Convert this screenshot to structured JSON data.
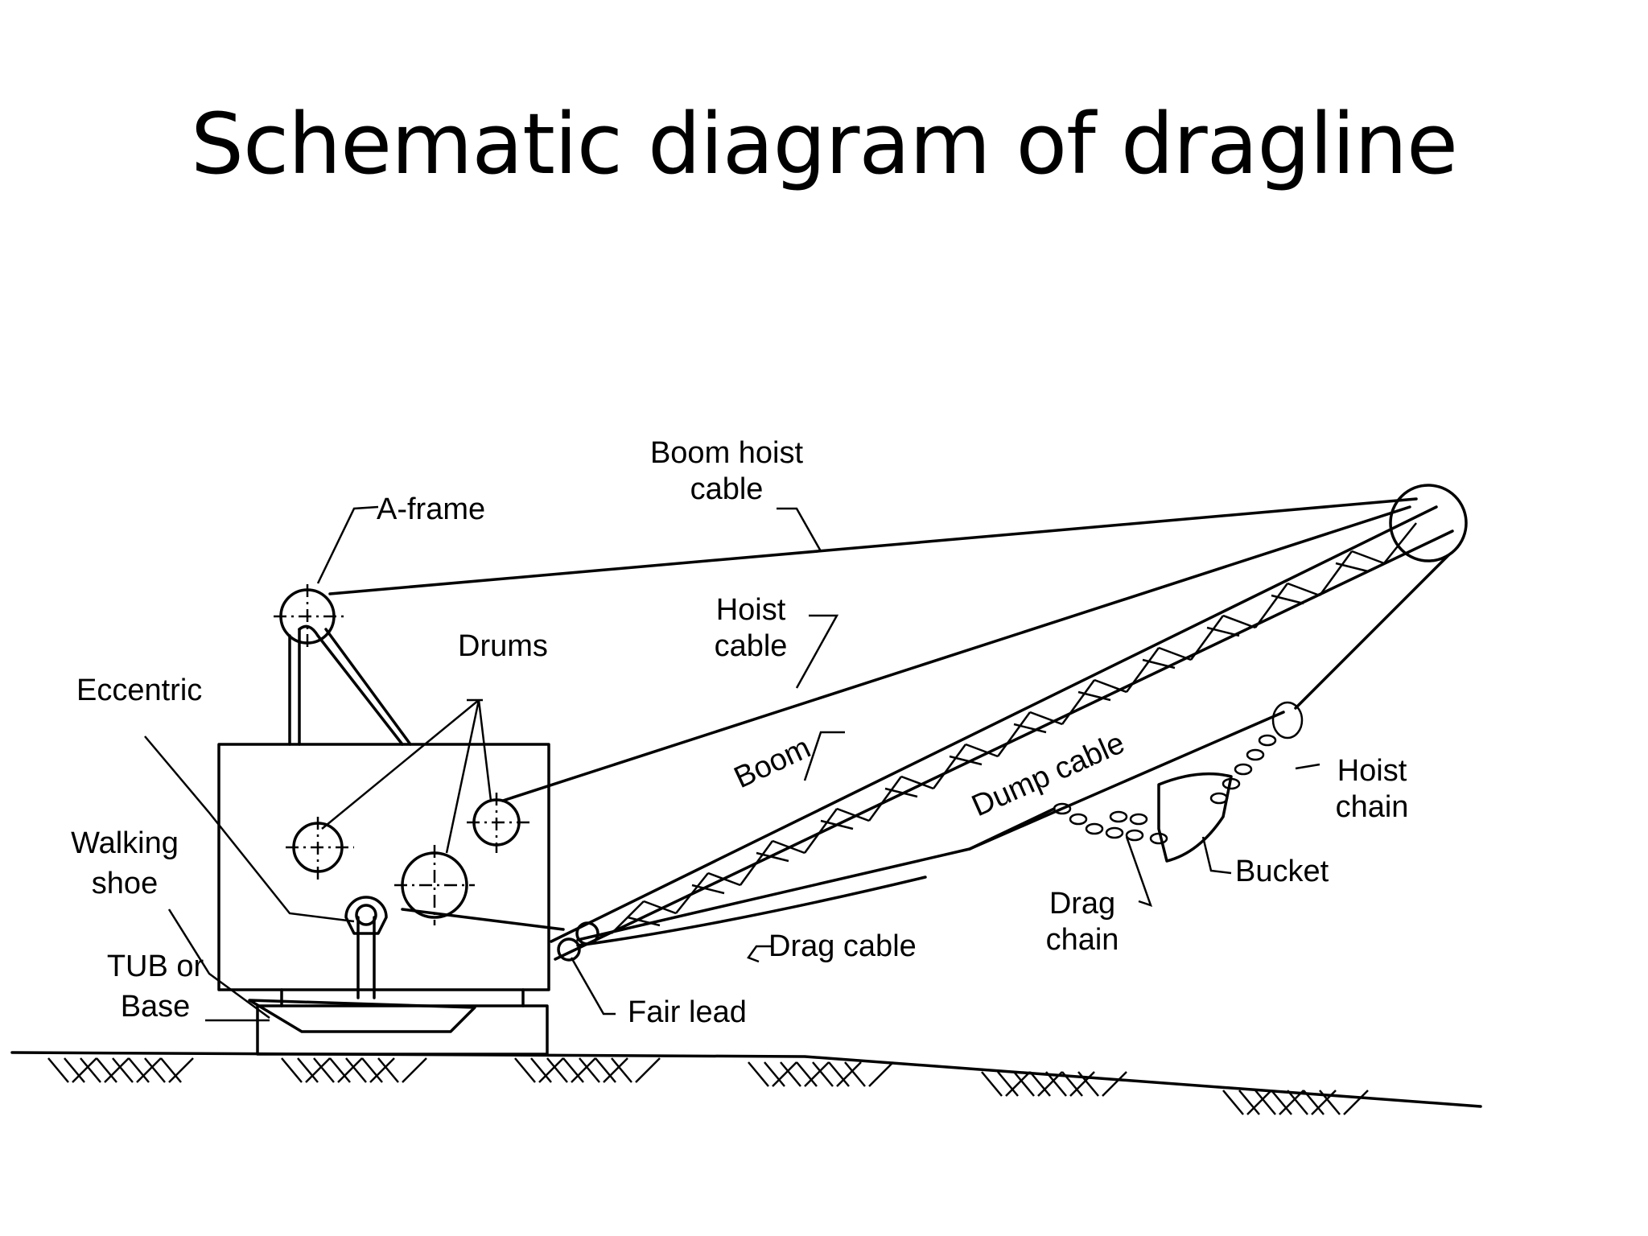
{
  "title": "Schematic diagram of dragline",
  "labels": {
    "boom_hoist_cable_1": "Boom hoist",
    "boom_hoist_cable_2": "cable",
    "a_frame": "A-frame",
    "drums": "Drums",
    "hoist_cable_1": "Hoist",
    "hoist_cable_2": "cable",
    "eccentric": "Eccentric",
    "boom": "Boom",
    "dump_cable": "Dump cable",
    "hoist_chain_1": "Hoist",
    "hoist_chain_2": "chain",
    "walking_shoe_1": "Walking",
    "walking_shoe_2": "shoe",
    "bucket": "Bucket",
    "drag_chain_1": "Drag",
    "drag_chain_2": "chain",
    "tub_base_1": "TUB or",
    "tub_base_2": "Base",
    "drag_cable": "Drag cable",
    "fair_lead": "Fair lead"
  },
  "colors": {
    "ink": "#000000",
    "background": "#ffffff"
  }
}
